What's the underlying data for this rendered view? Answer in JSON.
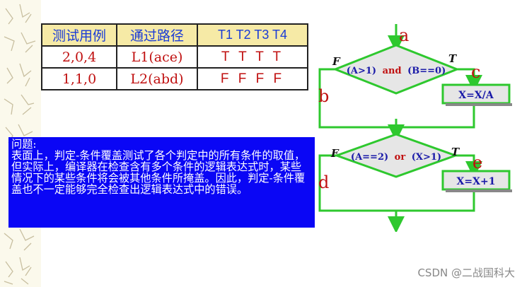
{
  "table": {
    "headers": [
      "测试用例",
      "通过路径",
      "T1 T2 T3 T4"
    ],
    "rows": [
      [
        "2,0,4",
        "L1(ace)",
        "T T T T"
      ],
      [
        "1,1,0",
        "L2(abd)",
        "F F F F"
      ]
    ]
  },
  "problem": {
    "title": "问题:",
    "text": "表面上，判定-条件覆盖测试了各个判定中的所有条件的取值，但实际上，编译器在检查含有多个条件的逻辑表达式时，某些情况下的某些条件将会被其他条件所掩盖。因此，判定-条件覆盖也不一定能够完全检查出逻辑表达式中的错误。"
  },
  "flowchart": {
    "decision1": {
      "prefix": "(A>1)",
      "op": "and",
      "suffix": "(B==0)",
      "false_label": "F",
      "true_label": "T"
    },
    "process1": "X=X/A",
    "decision2": {
      "prefix": "(A==2)",
      "op": "or",
      "suffix": "(X>1)",
      "false_label": "F",
      "true_label": "T"
    },
    "process2": "X=X+1",
    "path_labels": {
      "a": "a",
      "b": "b",
      "c": "c",
      "d": "d",
      "e": "e"
    },
    "colors": {
      "line": "#2ec82e",
      "diamond": "#e6e6e6",
      "label": "#c01010",
      "text": "#1a1aa8",
      "op": "#c01010"
    }
  },
  "watermark": "CSDN @二战国科大"
}
